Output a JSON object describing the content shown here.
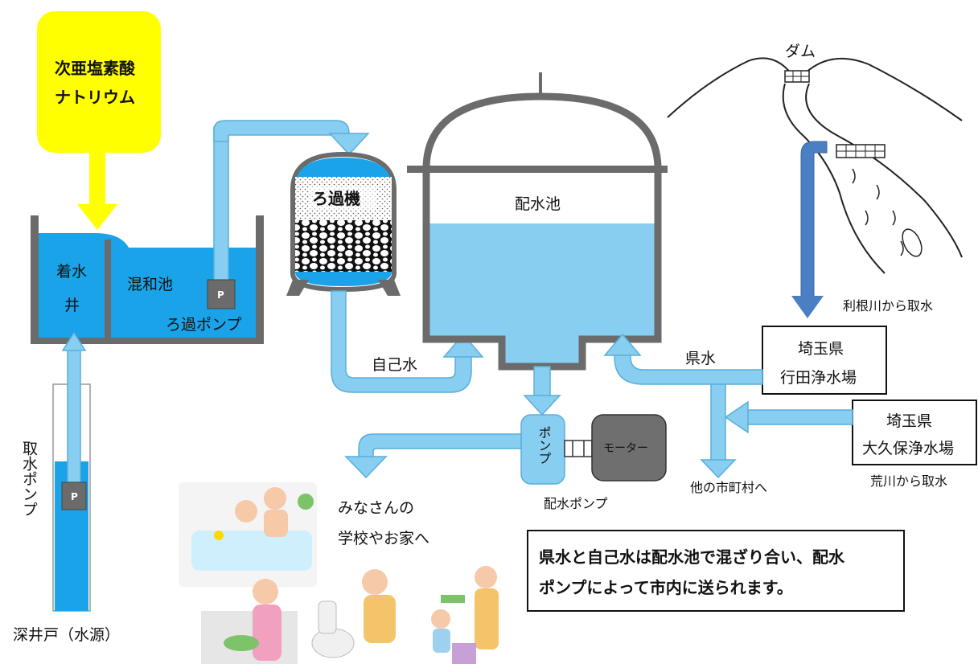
{
  "chemical": {
    "line1": "次亜塩素酸",
    "line2": "ナトリウム"
  },
  "receiving_well": {
    "line1": "着水",
    "line2": "井"
  },
  "mixing_basin": "混和池",
  "filter_pump": "ろ過ポンプ",
  "pump_marker": "P",
  "filter": "ろ過機",
  "own_water": "自己水",
  "reservoir": "配水池",
  "dam": "ダム",
  "tone_intake": "利根川から取水",
  "prefectural_water": "県水",
  "gyoda_plant": {
    "line1": "埼玉県",
    "line2": "行田浄水場"
  },
  "okubo_plant": {
    "line1": "埼玉県",
    "line2": "大久保浄水場"
  },
  "arakawa_intake": "荒川から取水",
  "other_municipalities": "他の市町村へ",
  "pump_unit": "ポンプ",
  "motor": "モーター",
  "distribution_pump": "配水ポンプ",
  "destination": {
    "line1": "みなさんの",
    "line2": "学校やお家へ"
  },
  "intake_pump": "取水ポンプ",
  "deep_well": "深井戸（水源）",
  "note": {
    "line1": "県水と自己水は配水池で混ざり合い、配水",
    "line2": "ポンプによって市内に送られます。"
  },
  "colors": {
    "water": "#1aa3e8",
    "pipe": "#87cef0",
    "chemical_box": "#ffff00",
    "tank_wall": "#6b6b6b",
    "motor": "#6f6f6f",
    "river_pipe": "#4a7fc4"
  }
}
